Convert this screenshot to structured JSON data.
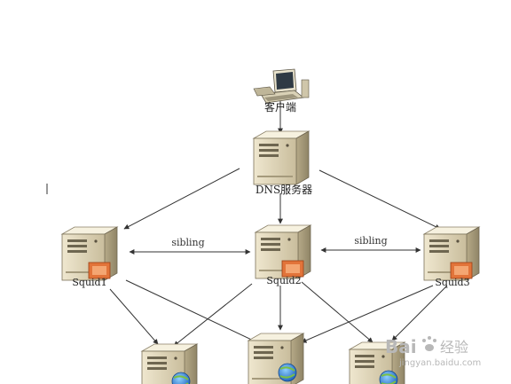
{
  "diagram": {
    "client_label": "客户端",
    "dns_label": "DNS服务器",
    "squids": [
      "Squid1",
      "Squid2",
      "Squid3"
    ],
    "sibling_left": "sibling",
    "sibling_right": "sibling"
  },
  "watermark": {
    "brand": "Bai",
    "brand_cn": "经验",
    "url": "jingyan.baidu.com"
  }
}
